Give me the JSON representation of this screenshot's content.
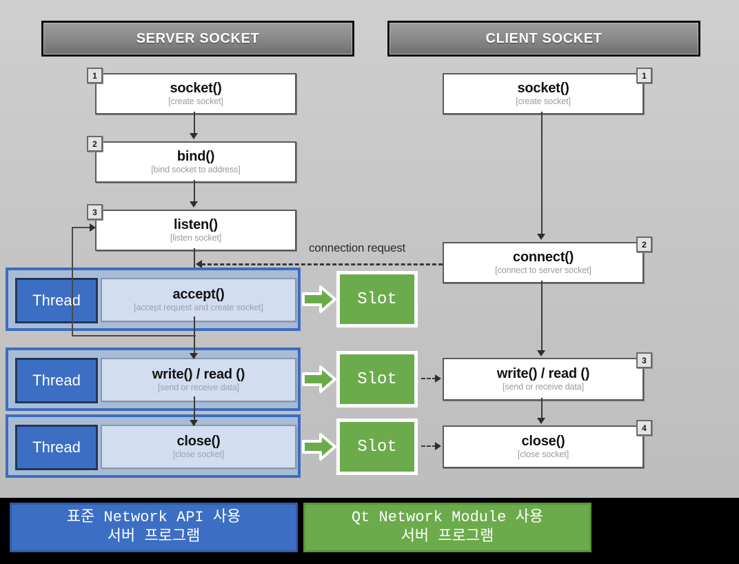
{
  "columns": {
    "server_header": "SERVER SOCKET",
    "client_header": "CLIENT SOCKET"
  },
  "server_flow": [
    {
      "num": "1",
      "title": "socket()",
      "sub": "[create socket]"
    },
    {
      "num": "2",
      "title": "bind()",
      "sub": "[bind socket to address]"
    },
    {
      "num": "3",
      "title": "listen()",
      "sub": "[listen socket]"
    },
    {
      "num": "",
      "title": "accept()",
      "sub": "[accept request and create socket]"
    },
    {
      "num": "",
      "title": "write() / read ()",
      "sub": "[send or receive data]"
    },
    {
      "num": "",
      "title": "close()",
      "sub": "[close socket]"
    }
  ],
  "client_flow": [
    {
      "num": "1",
      "title": "socket()",
      "sub": "[create socket]"
    },
    {
      "num": "2",
      "title": "connect()",
      "sub": "[connect to server socket]"
    },
    {
      "num": "3",
      "title": "write() / read ()",
      "sub": "[send or receive data]"
    },
    {
      "num": "4",
      "title": "close()",
      "sub": "[close socket]"
    }
  ],
  "threads": [
    {
      "label": "Thread"
    },
    {
      "label": "Thread"
    },
    {
      "label": "Thread"
    }
  ],
  "slots": [
    {
      "label": "Slot"
    },
    {
      "label": "Slot"
    },
    {
      "label": "Slot"
    }
  ],
  "annotations": {
    "connection_request": "connection request"
  },
  "legend": {
    "standard": {
      "line1": "표준 Network API 사용",
      "line2": "서버 프로그램"
    },
    "qt": {
      "line1": "Qt Network Module 사용",
      "line2": "서버 프로그램"
    }
  },
  "colors": {
    "thread_blue": "#3c6fc4",
    "slot_green": "#6cab4b",
    "canvas_gray": "#c6c6c6",
    "page_black": "#000000"
  }
}
